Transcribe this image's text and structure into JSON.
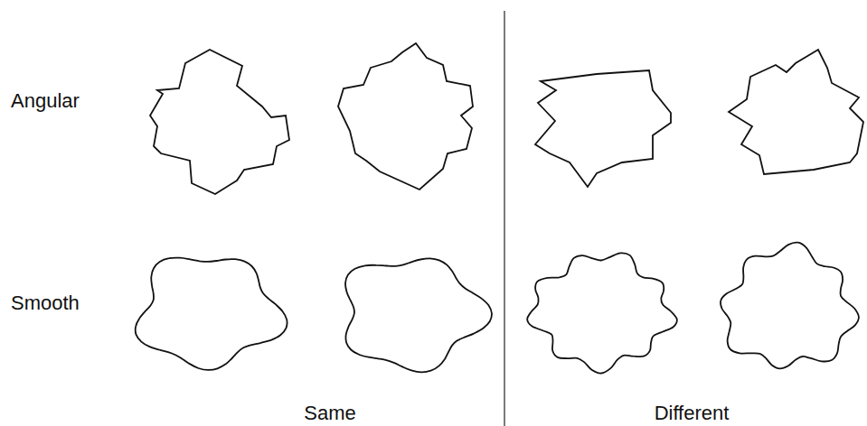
{
  "diagram": {
    "labels": [
      "Angular",
      "Smooth",
      "Same",
      "Different"
    ]
  }
}
